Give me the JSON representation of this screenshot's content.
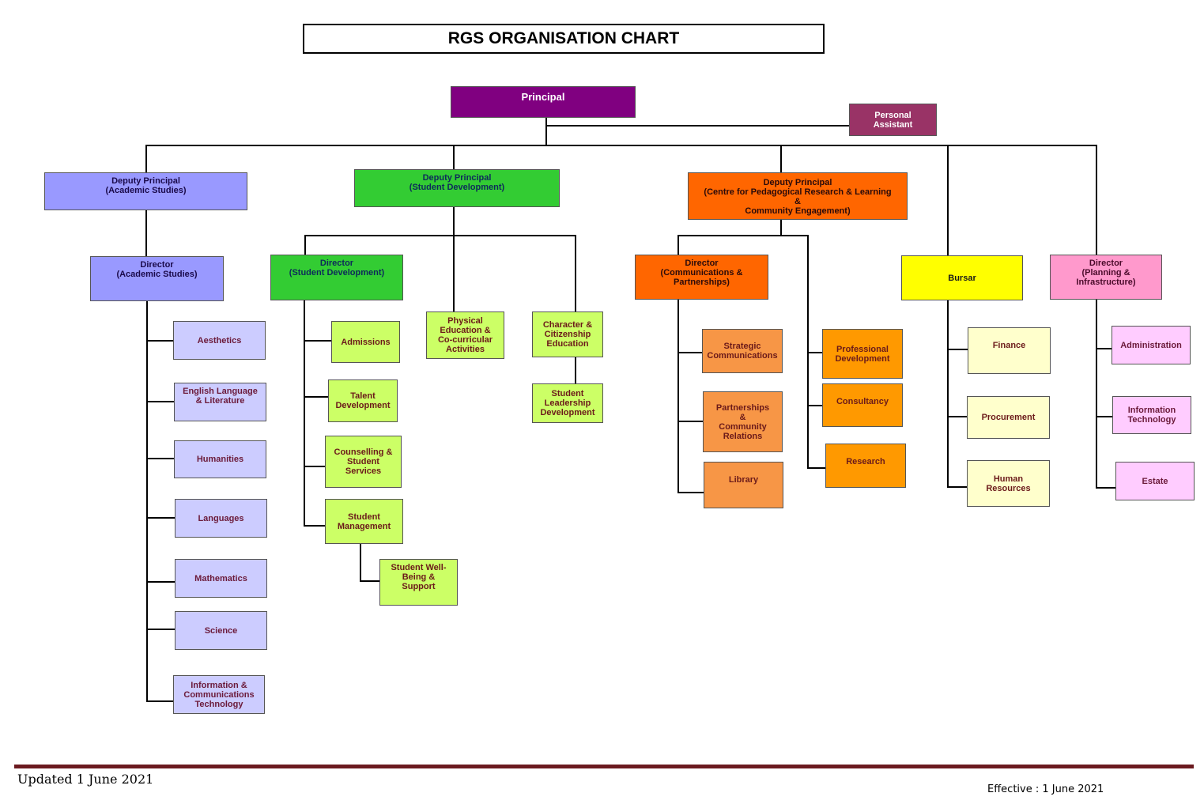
{
  "title": "RGS ORGANISATION CHART",
  "top": {
    "principal": "Principal",
    "personal_assistant": "Personal\nAssistant"
  },
  "academic": {
    "deputy": "Deputy Principal\n(Academic Studies)",
    "director": "Director\n(Academic Studies)",
    "departments": [
      "Aesthetics",
      "English Language\n& Literature",
      "Humanities",
      "Languages",
      "Mathematics",
      "Science",
      "Information &\nCommunications\nTechnology"
    ]
  },
  "student_dev": {
    "deputy": "Deputy Principal\n(Student Development)",
    "director": "Director\n(Student Development)",
    "units": [
      "Admissions",
      "Talent\nDevelopment",
      "Counselling &\nStudent\nServices",
      "Student\nManagement"
    ],
    "wellbeing": "Student Well-\nBeing &\nSupport",
    "pe": "Physical\nEducation &\nCo-curricular\nActivities",
    "cce": "Character &\nCitizenship\nEducation",
    "leadership": "Student\nLeadership\nDevelopment"
  },
  "cpr": {
    "deputy": "Deputy Principal\n(Centre for Pedagogical Research & Learning\n&\nCommunity Engagement)",
    "director": "Director\n(Communications &\nPartnerships)",
    "comm_units": [
      "Strategic\nCommunications",
      "Partnerships\n&\nCommunity\nRelations",
      "Library"
    ],
    "research_units": [
      "Professional\nDevelopment",
      "Consultancy",
      "Research"
    ]
  },
  "bursar": {
    "title": "Bursar",
    "units": [
      "Finance",
      "Procurement",
      "Human\nResources"
    ]
  },
  "planning": {
    "director": "Director\n(Planning &\nInfrastructure)",
    "units": [
      "Administration",
      "Information\nTechnology",
      "Estate"
    ]
  },
  "footer": {
    "updated": "Updated 1 June 2021",
    "effective": "Effective : 1 June 2021"
  },
  "colors": {
    "principal": "#800080",
    "personal_assistant": "#993366",
    "academic_deputy": "#9999ff",
    "academic_units": "#ccccff",
    "student_dev_deputy": "#33cc33",
    "student_dev_units": "#ccff66",
    "cpr_deputy": "#ff6600",
    "cpr_comm_units": "#f79646",
    "cpr_research_units": "#ff9900",
    "bursar": "#ffff00",
    "bursar_units": "#ffffcc",
    "planning_director": "#ff99cc",
    "planning_units": "#ffccff",
    "footer_rule": "#6b1a1f"
  }
}
